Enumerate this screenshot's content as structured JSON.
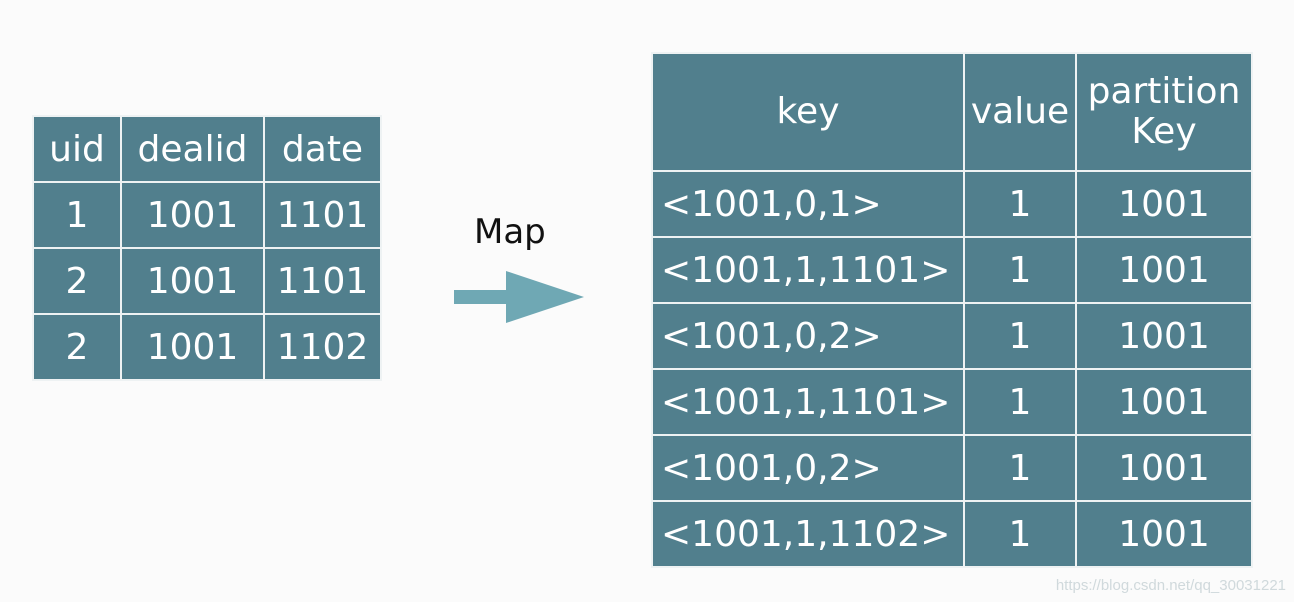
{
  "left_table": {
    "headers": [
      "uid",
      "dealid",
      "date"
    ],
    "rows": [
      [
        "1",
        "1001",
        "1101"
      ],
      [
        "2",
        "1001",
        "1101"
      ],
      [
        "2",
        "1001",
        "1102"
      ]
    ]
  },
  "map_label": "Map",
  "right_table": {
    "headers": [
      "key",
      "value",
      "partition\nKey"
    ],
    "rows": [
      [
        "<1001,0,1>",
        "1",
        "1001"
      ],
      [
        "<1001,1,1101>",
        "1",
        "1001"
      ],
      [
        "<1001,0,2>",
        "1",
        "1001"
      ],
      [
        "<1001,1,1101>",
        "1",
        "1001"
      ],
      [
        "<1001,0,2>",
        "1",
        "1001"
      ],
      [
        "<1001,1,1102>",
        "1",
        "1001"
      ]
    ]
  },
  "watermark": "https://blog.csdn.net/qq_30031221",
  "colors": {
    "table_fill": "#517f8d",
    "table_text": "#ffffff",
    "arrow": "#6fa8b4"
  }
}
